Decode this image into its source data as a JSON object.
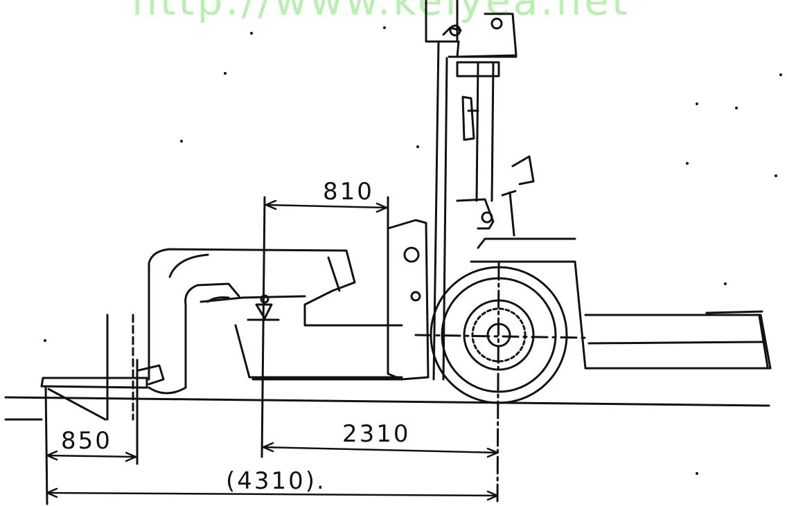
{
  "watermark": "http://www.kelyea.net",
  "dimensions": {
    "d810": "810",
    "d850": "850",
    "d2310": "2310",
    "d4310": "(4310)."
  },
  "colors": {
    "ink": "#111111",
    "watermark": "#b8f0b0",
    "background": "#ffffff"
  }
}
